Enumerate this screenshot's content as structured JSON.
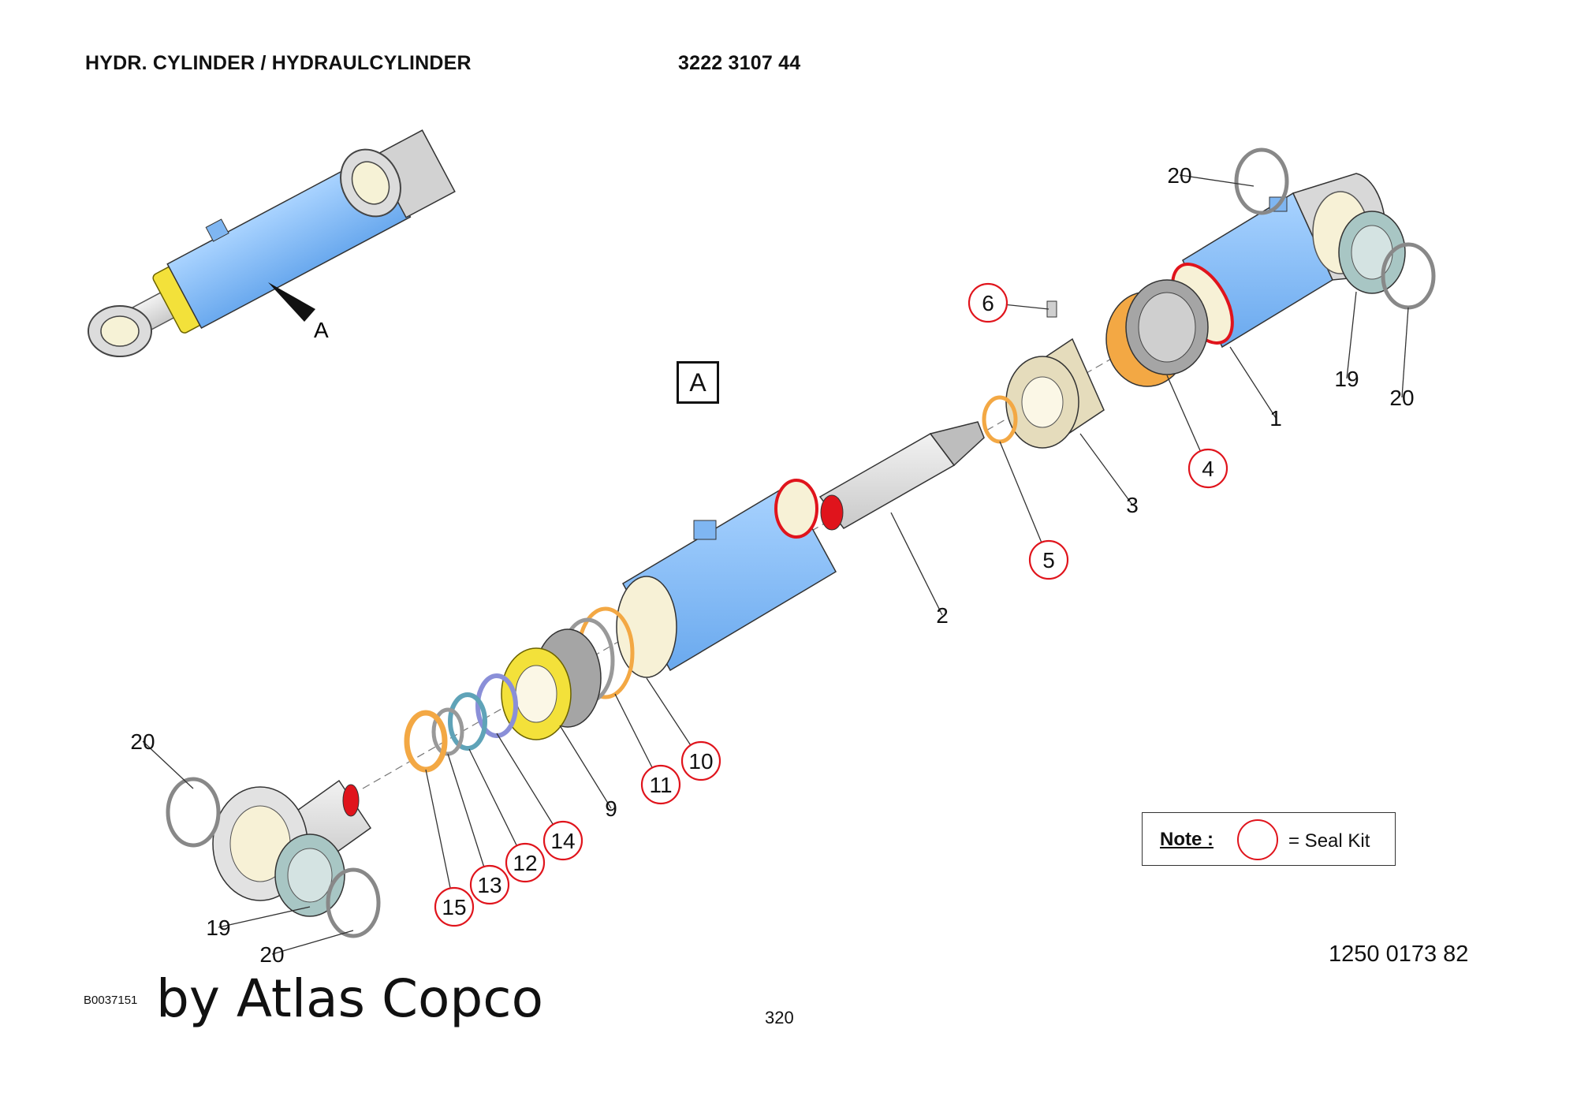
{
  "header": {
    "title": "HYDR. CYLINDER / HYDRAULCYLINDER",
    "part_number": "3222 3107 44"
  },
  "view_label": "A",
  "overview_arrow_label": "A",
  "callouts": [
    {
      "id": "c20a",
      "label": "20",
      "seal": false
    },
    {
      "id": "c6",
      "label": "6",
      "seal": true
    },
    {
      "id": "c1",
      "label": "1",
      "seal": false
    },
    {
      "id": "c19a",
      "label": "19",
      "seal": false
    },
    {
      "id": "c20b",
      "label": "20",
      "seal": false
    },
    {
      "id": "c4",
      "label": "4",
      "seal": true
    },
    {
      "id": "c3",
      "label": "3",
      "seal": false
    },
    {
      "id": "c5",
      "label": "5",
      "seal": true
    },
    {
      "id": "c2",
      "label": "2",
      "seal": false
    },
    {
      "id": "c10",
      "label": "10",
      "seal": true
    },
    {
      "id": "c11",
      "label": "11",
      "seal": true
    },
    {
      "id": "c9",
      "label": "9",
      "seal": false
    },
    {
      "id": "c14",
      "label": "14",
      "seal": true
    },
    {
      "id": "c12",
      "label": "12",
      "seal": true
    },
    {
      "id": "c13",
      "label": "13",
      "seal": true
    },
    {
      "id": "c15",
      "label": "15",
      "seal": true
    },
    {
      "id": "c20c",
      "label": "20",
      "seal": false
    },
    {
      "id": "c19b",
      "label": "19",
      "seal": false
    },
    {
      "id": "c20d",
      "label": "20",
      "seal": false
    }
  ],
  "note": {
    "label": "Note :",
    "text": "= Seal Kit"
  },
  "footer": {
    "drawing_number": "1250 0173 82",
    "doc_id": "B0037151",
    "brand": "by Atlas Copco",
    "page": "320"
  },
  "colors": {
    "cylinder_blue": "#82bdfb",
    "seal_red": "#e0141c",
    "nut_yellow": "#f3e13a",
    "gland_beige": "#e5dcbc",
    "bushing_teal": "#a8c6c4",
    "ring_orange": "#f3a844"
  }
}
